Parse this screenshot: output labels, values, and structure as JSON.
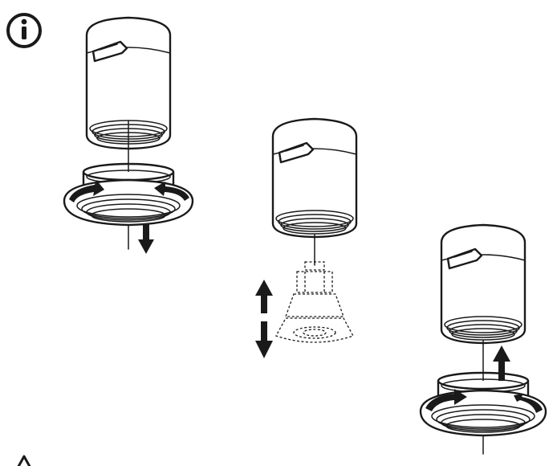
{
  "diagram": {
    "icons": {
      "info": "info-icon",
      "warning": "warning-icon"
    },
    "steps": [
      {
        "id": "step-1",
        "action": "unscrew-ring-and-lower"
      },
      {
        "id": "step-2",
        "action": "replace-lamp"
      },
      {
        "id": "step-3",
        "action": "raise-ring-and-screw"
      }
    ],
    "colors": {
      "ink": "#1a1a1a",
      "background": "#ffffff"
    }
  }
}
